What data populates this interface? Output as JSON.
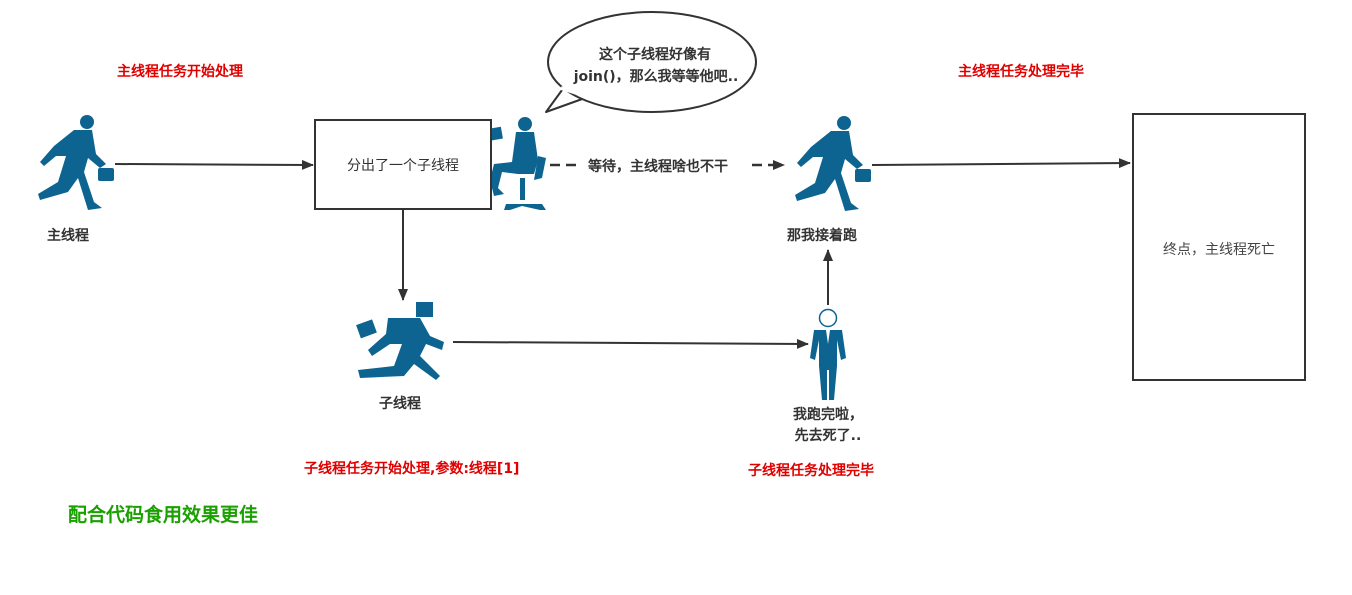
{
  "labels": {
    "main_start": "主线程任务开始处理",
    "main_done": "主线程任务处理完毕",
    "main_thread": "主线程",
    "spawn_box": "分出了一个子线程",
    "bubble_line1": "这个子线程好像有",
    "bubble_line2": "join()，那么我等等他吧..",
    "waiting": "等待，主线程啥也不干",
    "continue_run": "那我接着跑",
    "end_box": "终点，主线程死亡",
    "child_thread": "子线程",
    "child_start": "子线程任务开始处理,参数:线程[1]",
    "child_done_line1": "我跑完啦，",
    "child_done_line2": "先去死了..",
    "child_finished": "子线程任务处理完毕",
    "tip": "配合代码食用效果更佳"
  },
  "colors": {
    "figure": "#0e6490",
    "red_text": "#e00000",
    "green_text": "#1aa000",
    "line": "#333333"
  },
  "icons": {
    "main_runner": "businessman-running-icon",
    "seated_person": "seated-person-reading-icon",
    "second_runner": "businessman-running-icon",
    "child_runner": "running-with-box-icon",
    "standing_person": "standing-person-icon"
  }
}
